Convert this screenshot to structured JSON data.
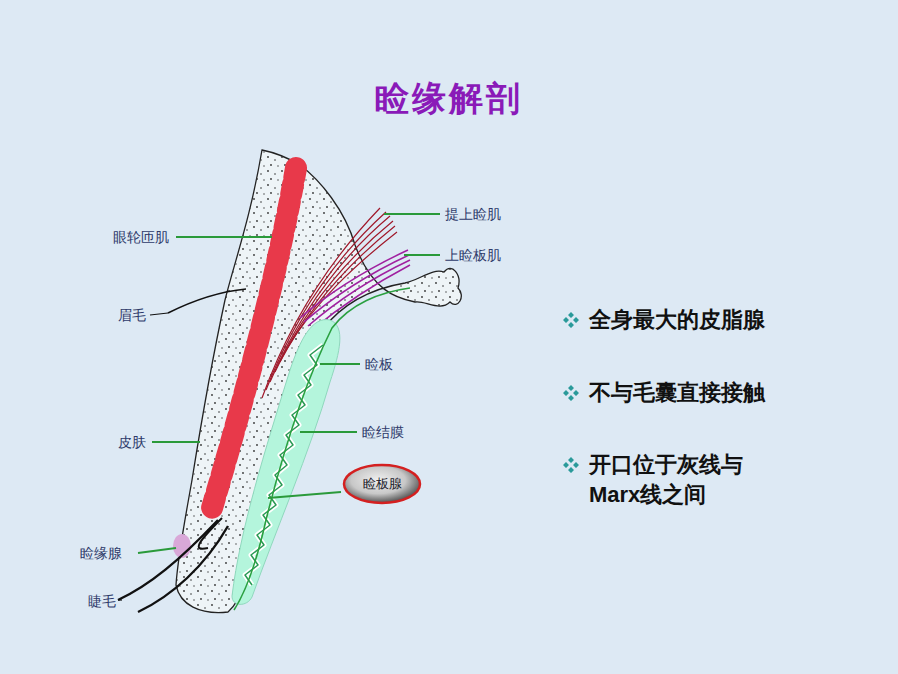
{
  "diagram": {
    "title": "睑缘解剖",
    "nodes": [
      {
        "text": [
          "睑板腺"
        ]
      }
    ],
    "labels": [
      "眼轮匝肌",
      "提上睑肌",
      "上睑板肌",
      "眉毛",
      "睑板",
      "睑结膜",
      "皮肤",
      "睑缘腺",
      "睫毛",
      "全身最大的皮脂腺",
      "不与毛囊直接接触",
      "开口位于灰线与Marx线之间"
    ]
  }
}
